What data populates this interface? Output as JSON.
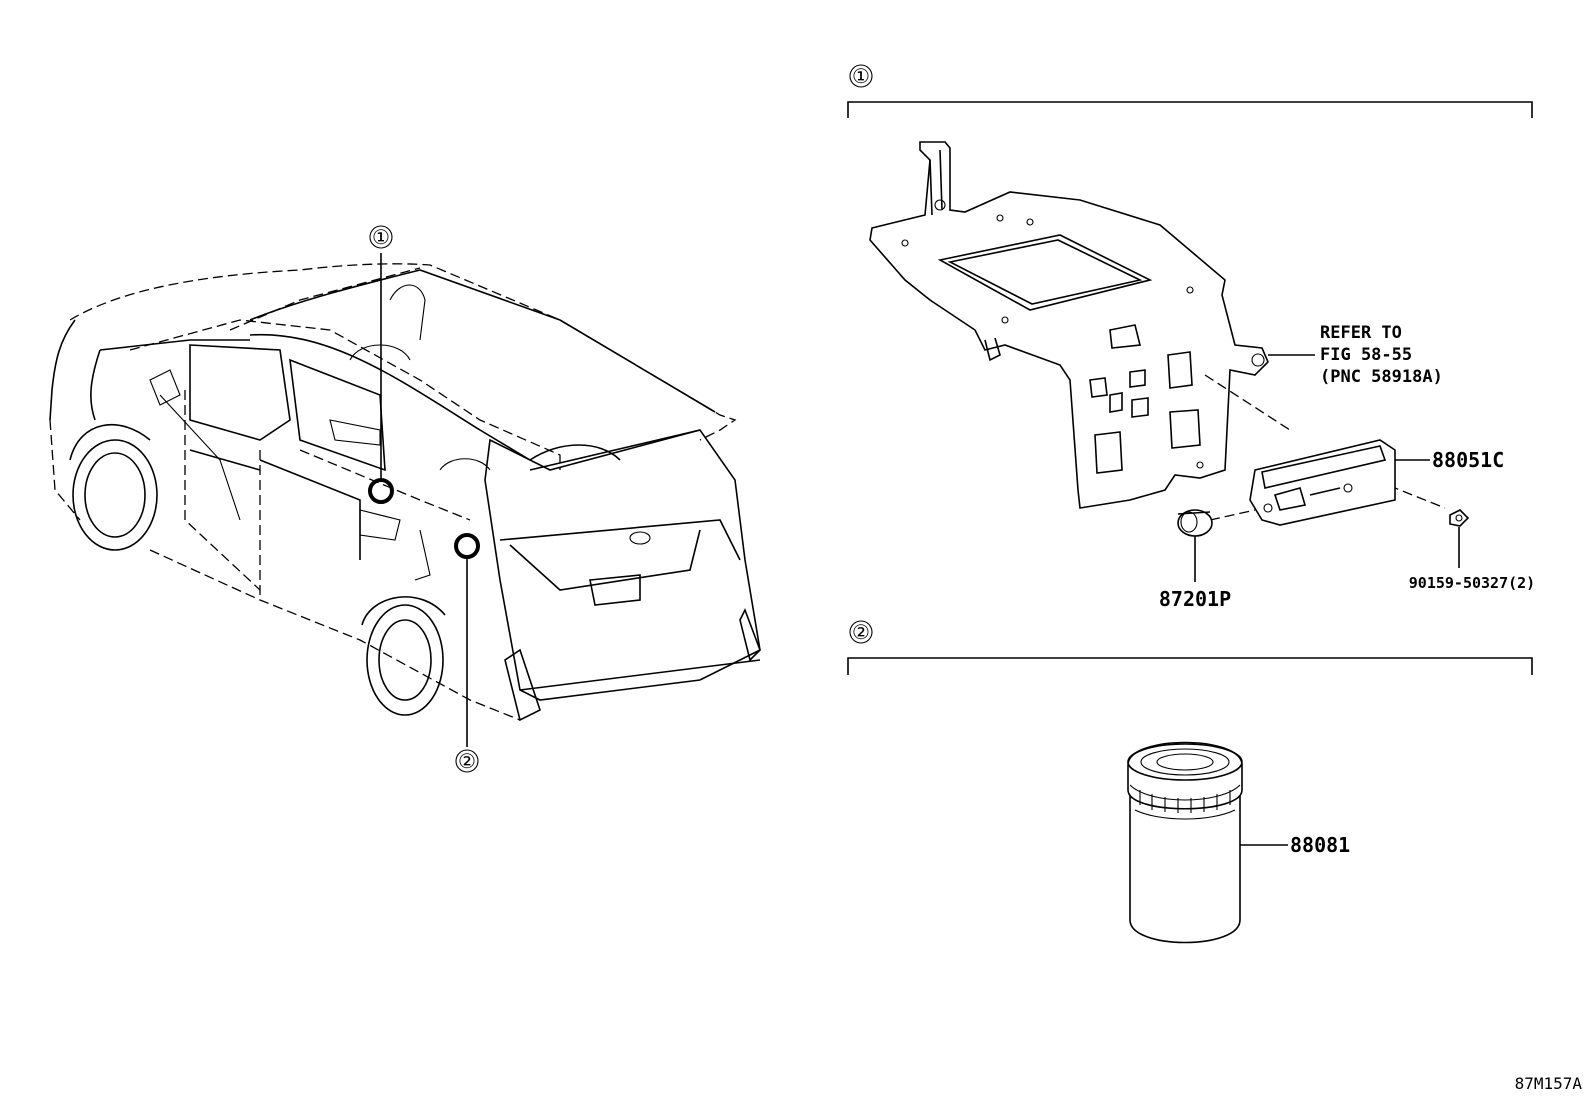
{
  "callouts": {
    "one": "①",
    "two": "②"
  },
  "sections": [
    {
      "marker": "①"
    },
    {
      "marker": "②"
    }
  ],
  "parts": {
    "bracket_ref_line1": "REFER TO",
    "bracket_ref_line2": "FIG 58-55",
    "bracket_ref_line3": "(PNC 58918A)",
    "module": "88051C",
    "clip": "87201P",
    "bolt": "90159-50327(2)",
    "cup": "88081"
  },
  "figure_code": "87M157A"
}
